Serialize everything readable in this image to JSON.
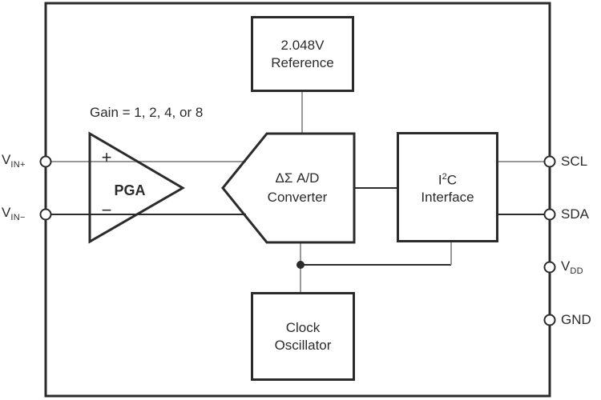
{
  "colors": {
    "ink": "#2b2b2b",
    "wire_gray": "#999999",
    "background": "#ffffff"
  },
  "annotations": {
    "gain": "Gain = 1, 2, 4, or 8"
  },
  "blocks": {
    "reference": {
      "line1": "2.048V",
      "line2": "Reference"
    },
    "adc": {
      "line1": "ΔΣ A/D",
      "line2": "Converter"
    },
    "i2c": {
      "base": "I",
      "sup": "2",
      "suffix": "C",
      "line2": "Interface"
    },
    "clock": {
      "line1": "Clock",
      "line2": "Oscillator"
    },
    "pga": {
      "label": "PGA",
      "plus": "+",
      "minus": "−"
    }
  },
  "pins": {
    "vin_plus": {
      "base": "V",
      "sub": "IN+"
    },
    "vin_minus": {
      "base": "V",
      "sub": "IN−"
    },
    "scl": "SCL",
    "sda": "SDA",
    "vdd": {
      "base": "V",
      "sub": "DD"
    },
    "gnd": "GND"
  }
}
